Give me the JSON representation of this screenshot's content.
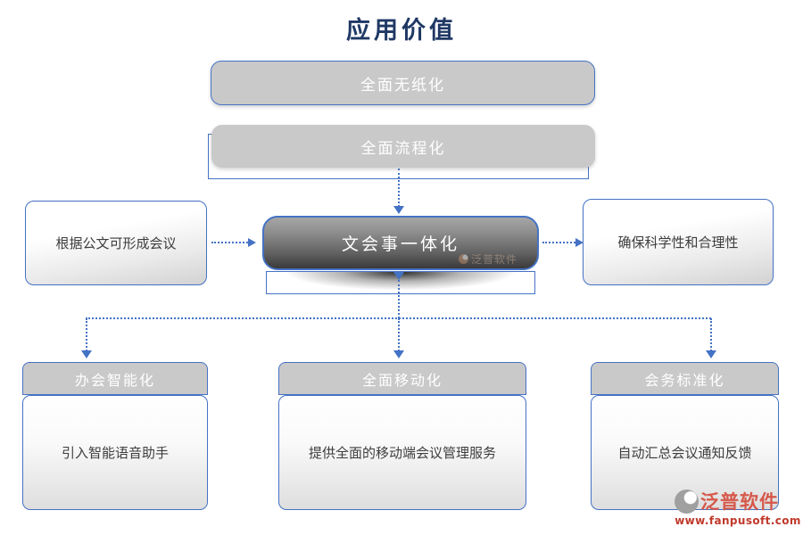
{
  "title": "应用价值",
  "colors": {
    "accent_blue": "#4472C4",
    "title_navy": "#1F3864",
    "shape_gray": "#C9C9C9",
    "center_gradient_top": "#A6A6A6",
    "center_gradient_bottom": "#3A3A3A",
    "body_text": "#3D3D3D",
    "brand_red": "#D6584A",
    "brand_url_red": "#C0392B"
  },
  "top_boxes": [
    {
      "label": "全面无纸化"
    },
    {
      "label": "全面流程化"
    }
  ],
  "center": {
    "label": "文会事一体化"
  },
  "side_boxes": {
    "left": {
      "label": "根据公文可形成会议"
    },
    "right": {
      "label": "确保科学性和合理性"
    }
  },
  "columns": [
    {
      "header": "办会智能化",
      "body": "引入智能语音助手"
    },
    {
      "header": "全面移动化",
      "body": "提供全面的移动端会议管理服务"
    },
    {
      "header": "会务标准化",
      "body": "自动汇总会议通知反馈"
    }
  ],
  "watermark": {
    "text": "泛普软件"
  },
  "brand": {
    "name": "泛普软件",
    "url": "www.fanpusoft.com"
  }
}
